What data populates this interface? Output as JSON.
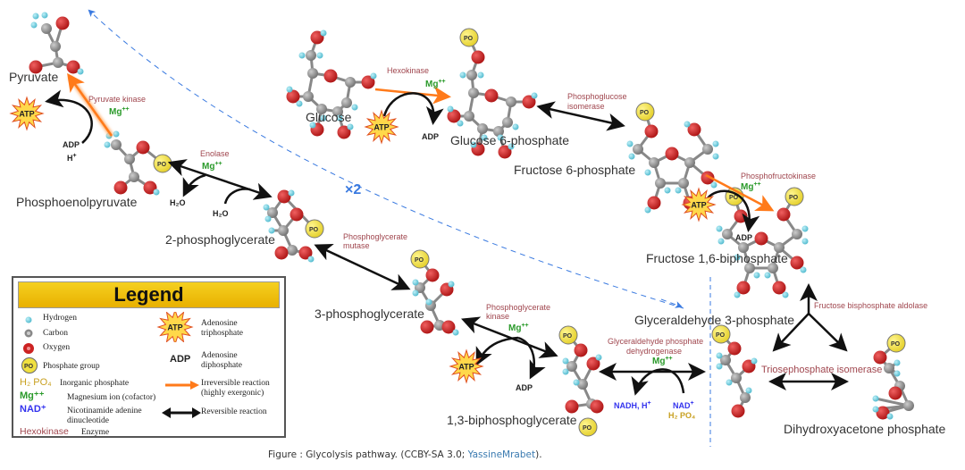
{
  "molecules": {
    "glucose": "Glucose",
    "g6p": "Glucose 6-phosphate",
    "f6p": "Fructose 6-phosphate",
    "f16bp": "Fructose 1,6-biphosphate",
    "g3p": "Glyceraldehyde 3-phosphate",
    "dhap": "Dihydroxyacetone phosphate",
    "bpg13": "1,3-biphosphoglycerate",
    "pg3": "3-phosphoglycerate",
    "pg2": "2-phosphoglycerate",
    "pep": "Phosphoenolpyruvate",
    "pyruvate": "Pyruvate"
  },
  "enzymes": {
    "hexokinase": "Hexokinase",
    "pgi_1": "Phosphoglucose",
    "pgi_2": "isomerase",
    "pfk": "Phosphofructokinase",
    "aldolase": "Fructose bisphosphate aldolase",
    "tpi": "Triosephosphate isomerase",
    "gapdh_1": "Glyceraldehyde phosphate",
    "gapdh_2": "dehydrogenase",
    "pgk_1": "Phosphoglycerate",
    "pgk_2": "kinase",
    "pgm_1": "Phosphoglycerate",
    "pgm_2": "mutase",
    "enolase": "Enolase",
    "pk": "Pyruvate kinase"
  },
  "cofactors": {
    "mg": "Mg",
    "mg_sup": "++",
    "atp": "ATP",
    "adp": "ADP",
    "h_plus": "H",
    "plus": "+",
    "h2o": "H₂O",
    "nadh": "NADH, H",
    "nad": "NAD",
    "h2po4": "H₂ PO₄",
    "po3": "PO",
    "multiplier": "×2"
  },
  "legend": {
    "title": "Legend",
    "items": [
      {
        "key": "hydrogen",
        "label": "Hydrogen"
      },
      {
        "key": "carbon",
        "label": "Carbon"
      },
      {
        "key": "oxygen",
        "label": "Oxygen"
      },
      {
        "key": "phosphate",
        "label": "Phosphate group"
      },
      {
        "key": "h2po4",
        "symbol": "H₂ PO₄",
        "label": "Inorganic phosphate"
      },
      {
        "key": "mg",
        "symbol": "Mg⁺⁺",
        "label": "Magnesium ion (cofactor)"
      },
      {
        "key": "nad",
        "symbol": "NAD⁺",
        "label": "Nicotinamide adenine dinucleotide"
      },
      {
        "key": "enzyme",
        "symbol": "Hexokinase",
        "label": "Enzyme"
      },
      {
        "key": "atp",
        "symbol": "ATP",
        "label": "Adenosine triphosphate"
      },
      {
        "key": "adp",
        "symbol": "ADP",
        "label": "Adenosine diphosphate"
      },
      {
        "key": "irreversible",
        "label": "Irreversible reaction (highly exergonic)"
      },
      {
        "key": "reversible",
        "label": "Reversible reaction"
      }
    ]
  },
  "colors": {
    "oxygen": "#cc2222",
    "carbon": "#888888",
    "hydrogen": "#66ccdd",
    "phosphate": "#f0e040",
    "irreversible": "#ff7a1a",
    "reversible": "#111111",
    "dashed": "#3a7ae0",
    "enzyme": "#a0464e",
    "mg": "#2a9a2a",
    "nad": "#3333ee",
    "h2po4": "#c8a020",
    "atp_fill": "#ffd84a",
    "legend_header": "#f0c010"
  },
  "caption": {
    "prefix": "Figure   : Glycolysis pathway.  (CCBY-SA 3.0; ",
    "author": "YassineMrabet",
    "suffix": ")."
  }
}
